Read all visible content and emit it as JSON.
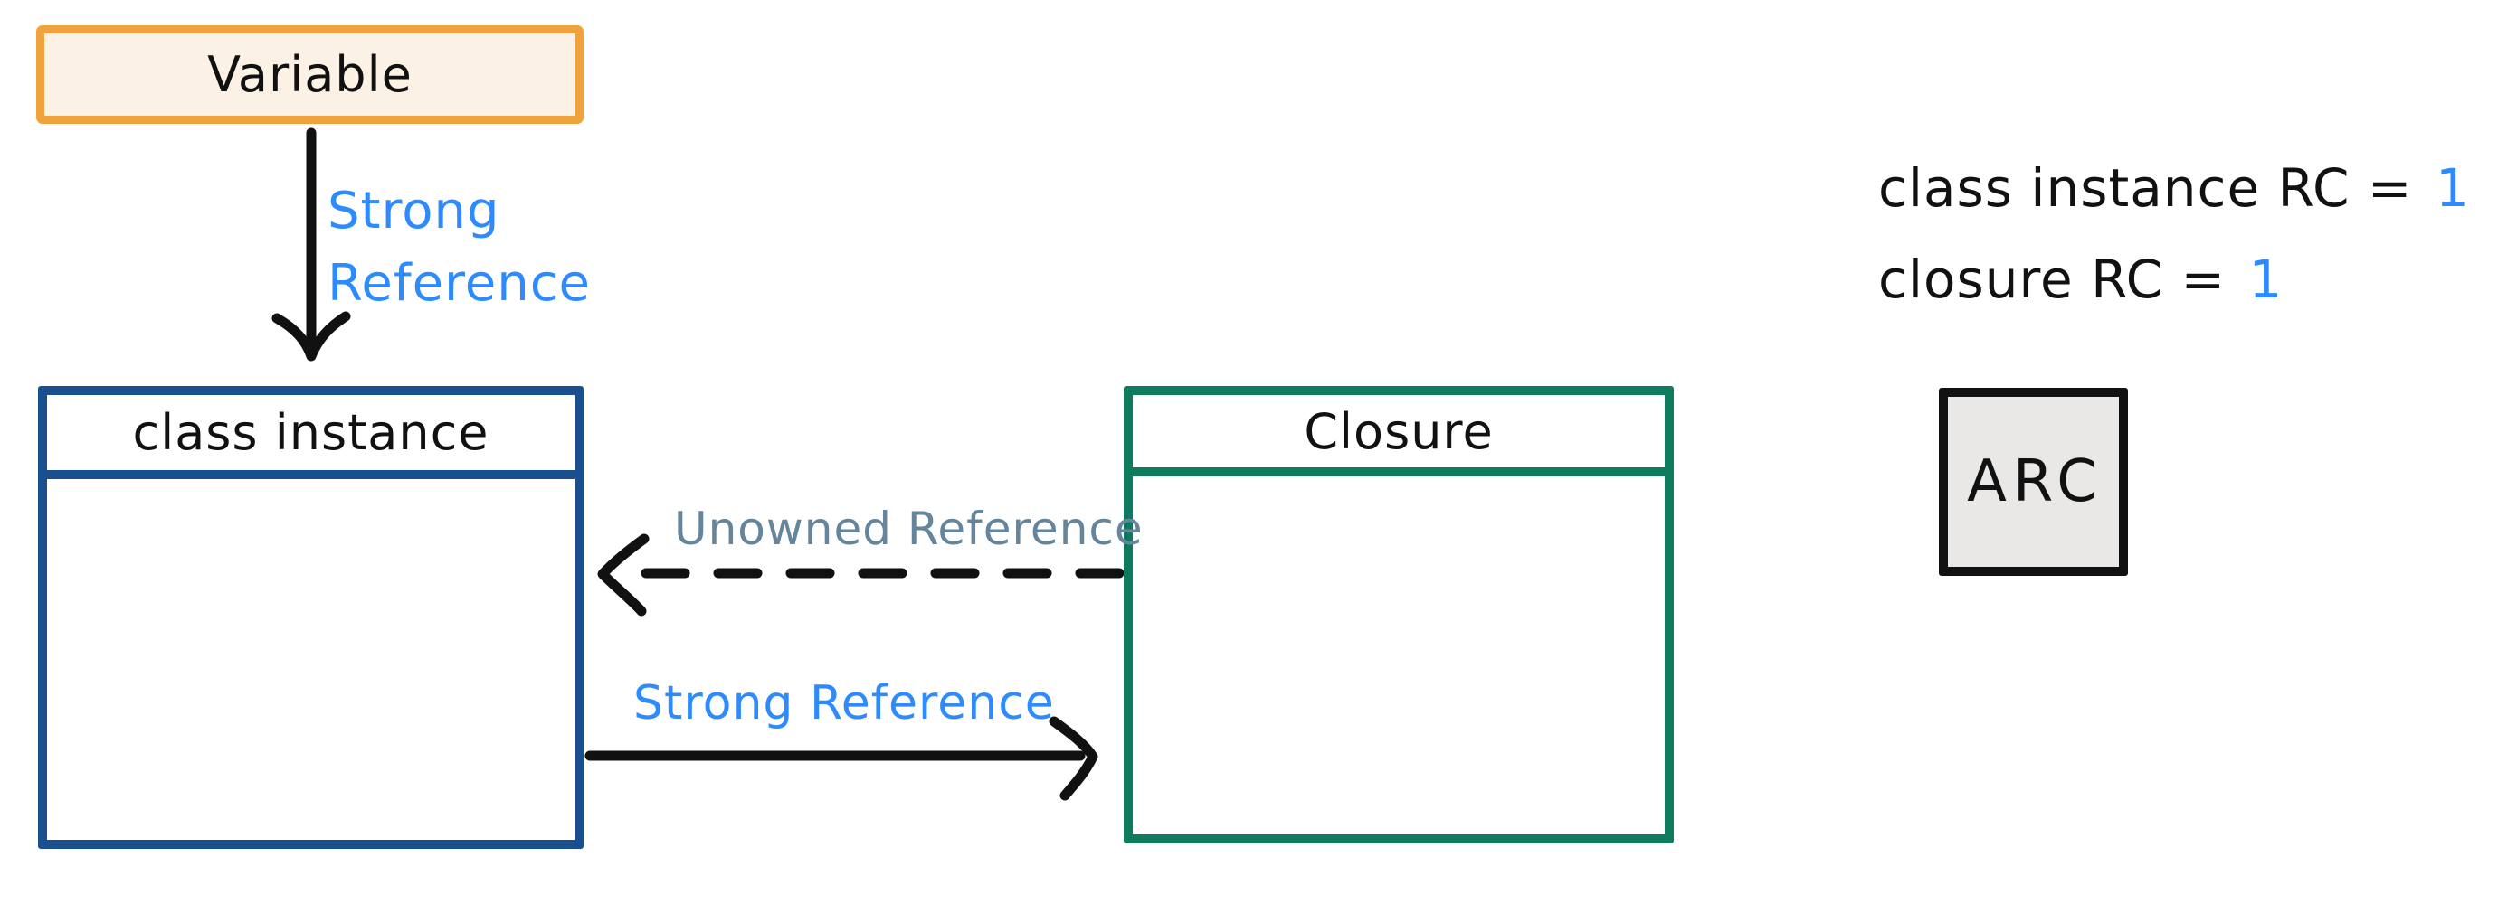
{
  "diagram": {
    "boxes": {
      "variable": {
        "label": "Variable",
        "border_color": "#F0A23C",
        "fill": "#FBF1E4"
      },
      "class_instance": {
        "label": "class instance",
        "border_color": "#1A4F8F",
        "fill": "#ffffff"
      },
      "closure": {
        "label": "Closure",
        "border_color": "#0E7B5E",
        "fill": "#ffffff"
      },
      "arc": {
        "label": "ARC",
        "border_color": "#111111",
        "fill": "#E9E8E6"
      }
    },
    "arrows": {
      "variable_to_class_instance": {
        "style": "solid",
        "color": "#111111",
        "label_line1": "Strong",
        "label_line2": "Reference",
        "label_color": "#2E8BFD"
      },
      "closure_to_class_instance": {
        "style": "dashed",
        "color": "#111111",
        "label": "Unowned Reference",
        "label_color": "#64859B"
      },
      "class_instance_to_closure": {
        "style": "solid",
        "color": "#111111",
        "label": "Strong Reference",
        "label_color": "#2E8BFD"
      }
    },
    "annotations": {
      "rc_lines": [
        {
          "prefix": "class instance RC = ",
          "value": "1"
        },
        {
          "prefix": "closure RC = ",
          "value": "1"
        }
      ],
      "value_color": "#2E8BFD",
      "text_color": "#111111"
    }
  }
}
